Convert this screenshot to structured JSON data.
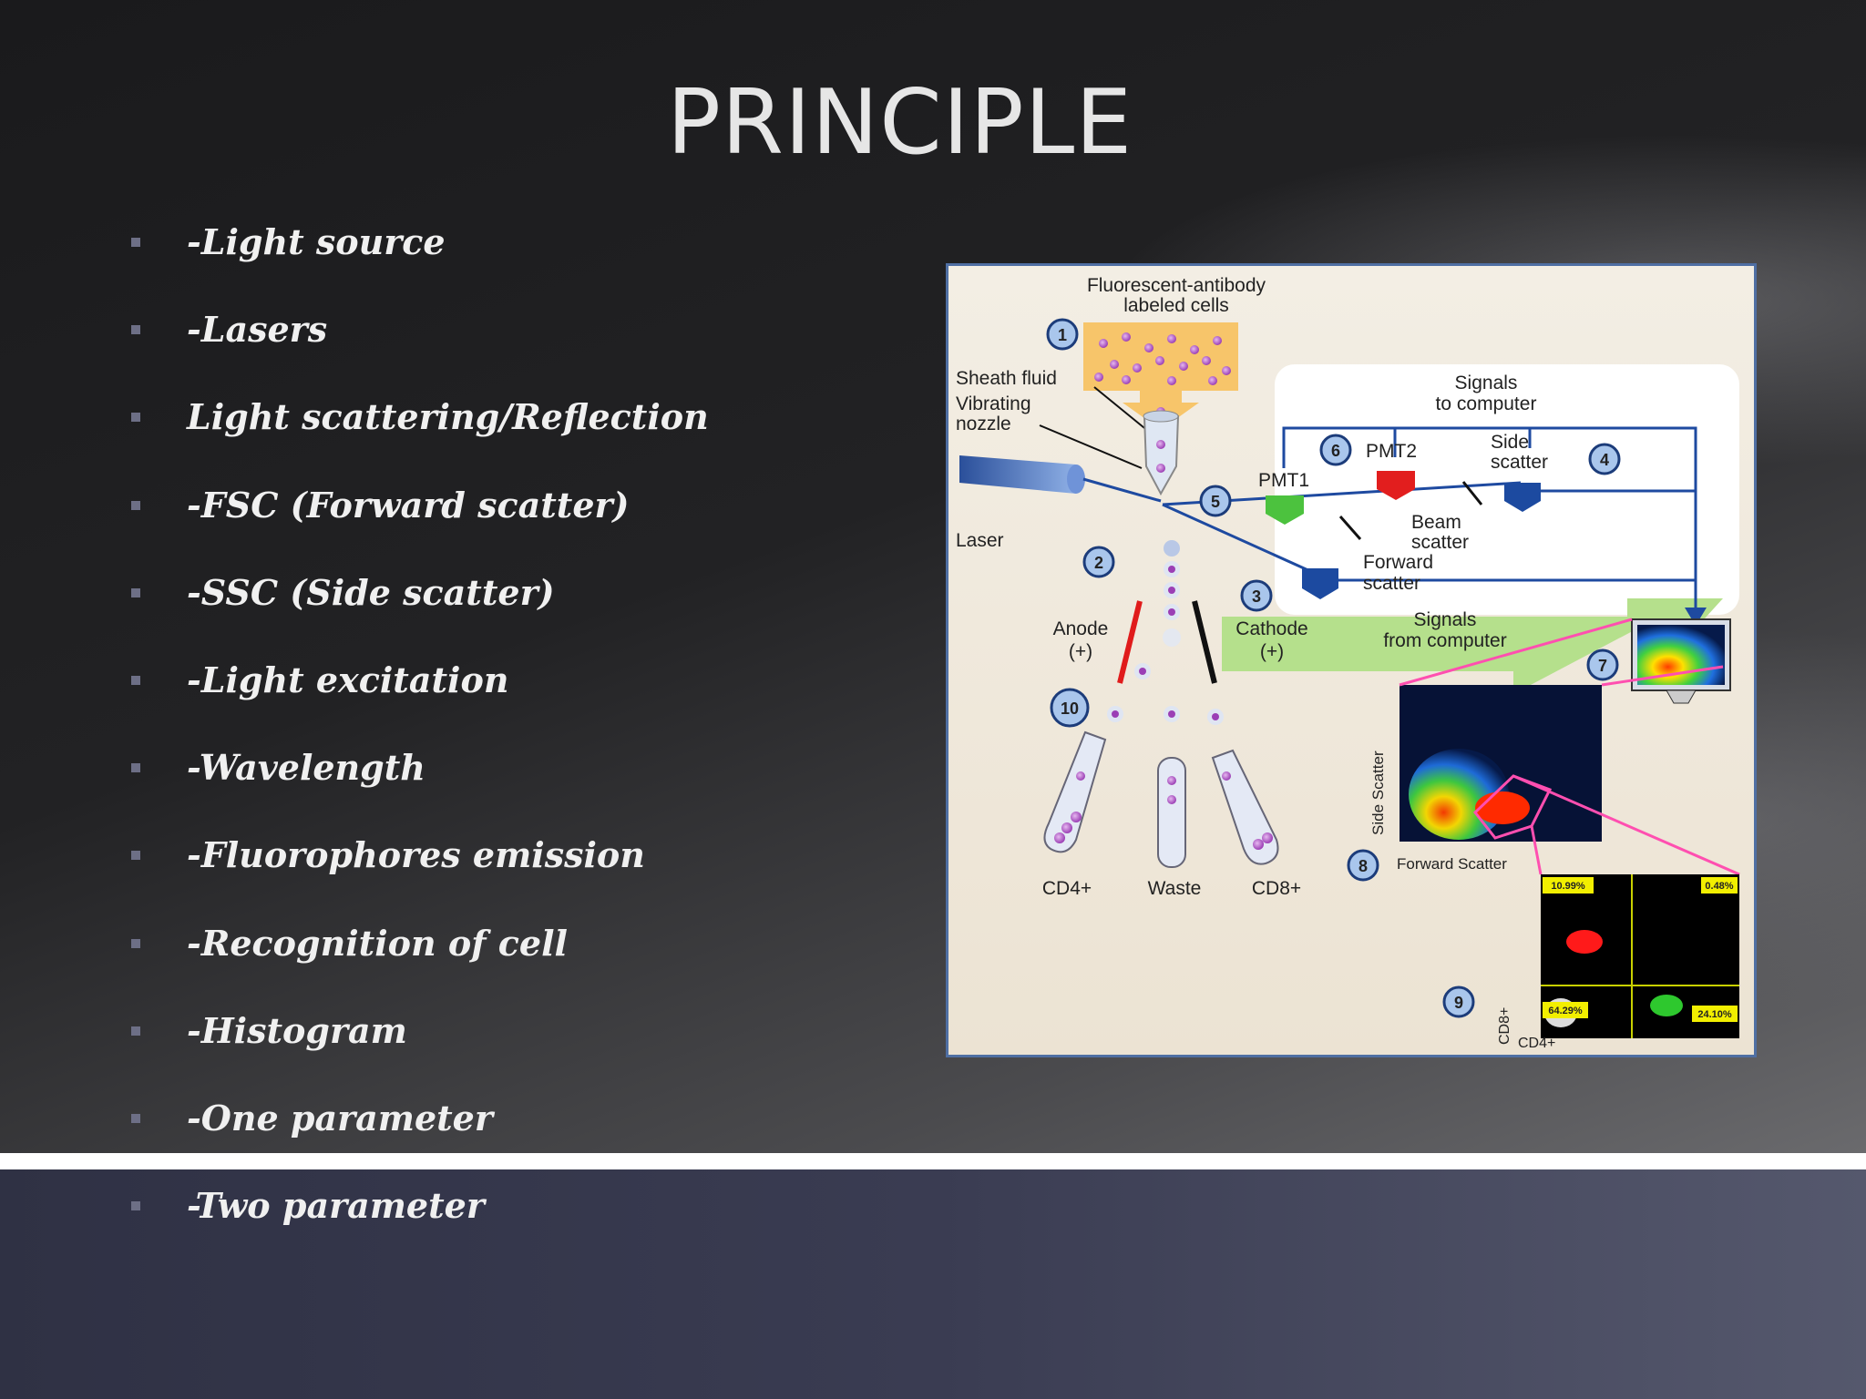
{
  "slide": {
    "title": "PRINCIPLE",
    "bullets": [
      "-Light source",
      "-Lasers",
      "Light scattering/Reflection",
      "-FSC (Forward scatter)",
      "-SSC (Side scatter)",
      "-Light excitation",
      "-Wavelength",
      "-Fluorophores emission",
      "-Recognition of cell",
      "-Histogram",
      "-One parameter",
      "-Two parameter"
    ]
  },
  "diagram": {
    "labels": {
      "cells_title_1": "Fluorescent-antibody",
      "cells_title_2": "labeled cells",
      "sheath_fluid": "Sheath fluid",
      "vibrating_1": "Vibrating",
      "vibrating_2": "nozzle",
      "laser": "Laser",
      "signals_to_1": "Signals",
      "signals_to_2": "to computer",
      "pmt1": "PMT1",
      "pmt2": "PMT2",
      "side_scatter_1": "Side",
      "side_scatter_2": "scatter",
      "beam_scatter_1": "Beam",
      "beam_scatter_2": "scatter",
      "forward_scatter_1": "Forward",
      "forward_scatter_2": "scatter",
      "anode_1": "Anode",
      "anode_2": "(+)",
      "cathode_1": "Cathode",
      "cathode_2": "(+)",
      "signals_from_1": "Signals",
      "signals_from_2": "from computer",
      "tube_cd4": "CD4+",
      "tube_waste": "Waste",
      "tube_cd8": "CD8+",
      "plot_y": "Side Scatter",
      "plot_x": "Forward Scatter",
      "quad_y": "CD8+",
      "quad_x": "CD4+",
      "q_ul": "10.99%",
      "q_ur": "0.48%",
      "q_ll": "64.29%",
      "q_lr": "24.10%"
    },
    "steps": [
      "1",
      "2",
      "3",
      "4",
      "5",
      "6",
      "7",
      "8",
      "9",
      "10"
    ]
  }
}
